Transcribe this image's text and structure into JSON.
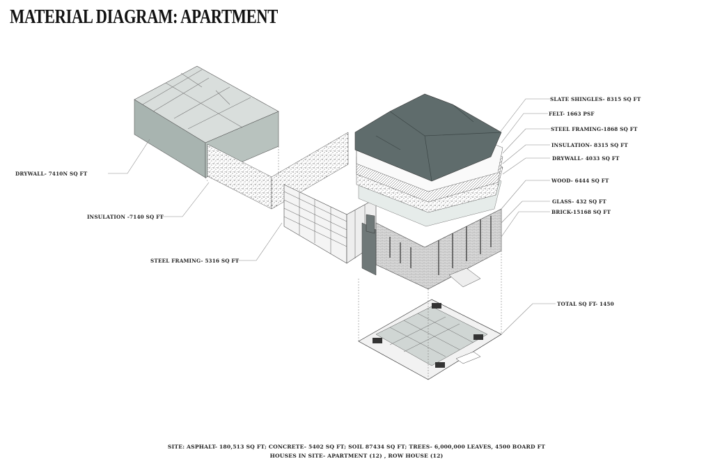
{
  "title": "MATERIAL DIAGRAM: APARTMENT",
  "left_labels": [
    "DRYWALL- 7410N SQ FT",
    "INSULATION -7140 SQ FT",
    "STEEL FRAMING- 5316 SQ FT"
  ],
  "right_labels": [
    "SLATE SHINGLES-  8315 SQ FT",
    "FELT- 1663 PSF",
    "STEEL FRAMING-1868 SQ FT",
    "INSULATION- 8315 SQ FT",
    "DRYWALL- 4033 SQ FT",
    "WOOD- 6444 SQ FT",
    "GLASS- 432 SQ FT",
    "BRICK-15168 SQ FT",
    "TOTAL SQ FT-  1450"
  ],
  "footer": {
    "line1": "SITE: ASPHALT- 180,513 SQ FT; CONCRETE- 5402 SQ FT; SOIL 87434 SQ FT; TREES- 6,000,000 LEAVES, 4500 BOARD FT",
    "line2": "HOUSES IN SITE- APARTMENT (12) , ROW HOUSE (12)"
  },
  "colors": {
    "roof": "#5f6c6c",
    "drywall": "#a8b4b0",
    "brick": "#cfcfcf"
  }
}
